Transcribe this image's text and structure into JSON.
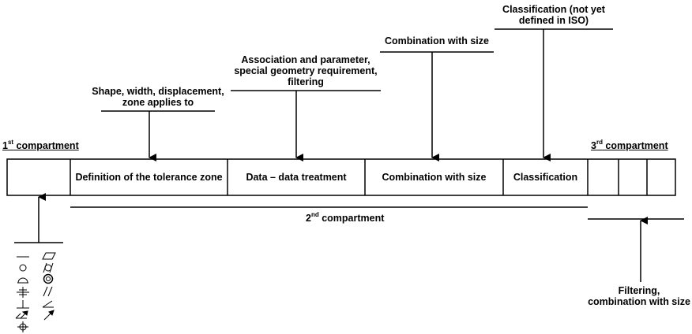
{
  "compartments": {
    "first": {
      "num": "1",
      "sup": "st",
      "text": " compartment"
    },
    "second": {
      "num": "2",
      "sup": "nd",
      "text": " compartment"
    },
    "third": {
      "num": "3",
      "sup": "rd",
      "text": " compartment"
    }
  },
  "cells": {
    "c2": "Definition of the tolerance zone",
    "c3": "Data – data treatment",
    "c4": "Combination with size",
    "c5": "Classification"
  },
  "callouts": {
    "shape": [
      "Shape, width, displacement,",
      "zone applies to"
    ],
    "association": [
      "Association and parameter,",
      "special geometry requirement,",
      "filtering"
    ],
    "combination": [
      "Combination with size"
    ],
    "classification": [
      "Classification (not yet",
      "defined in ISO)"
    ],
    "filtering": [
      "Filtering,",
      "combination with size"
    ]
  },
  "symbols": {
    "left_column": [
      "straightness-icon",
      "circularity-icon",
      "surface-profile-icon",
      "symmetry-icon",
      "perpendicularity-icon",
      "total-runout-icon",
      "position-icon"
    ],
    "right_column": [
      "flatness-icon",
      "cylindricity-icon",
      "concentricity-icon",
      "parallelism-icon",
      "angularity-icon",
      "circular-runout-icon"
    ]
  }
}
